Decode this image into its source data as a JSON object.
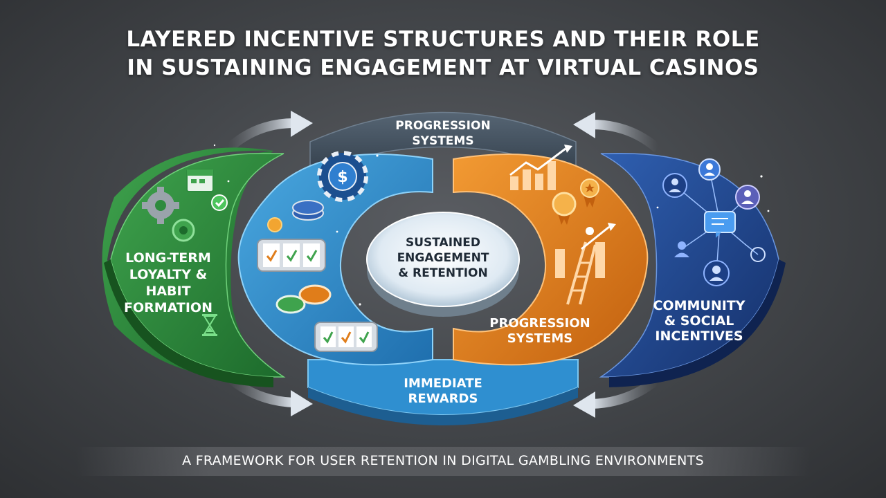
{
  "title_line1": "LAYERED INCENTIVE STRUCTURES AND THEIR ROLE",
  "title_line2": "IN SUSTAINING ENGAGEMENT AT VIRTUAL CASINOS",
  "layers": {
    "loyalty": {
      "label_lines": [
        "LONG-TERM",
        "LOYALTY &",
        "HABIT",
        "FORMATION"
      ],
      "color": "#2e8b3e"
    },
    "immediate": {
      "label_lines": [
        "IMMEDIATE",
        "REWARDS"
      ],
      "color": "#2f8fd0"
    },
    "progression_top": {
      "label_lines": [
        "PROGRESSION",
        "SYSTEMS"
      ],
      "color": "#3f4f5f"
    },
    "progression": {
      "label_lines": [
        "PROGRESSION",
        "SYSTEMS"
      ],
      "color": "#e07d1a"
    },
    "community": {
      "label_lines": [
        "COMMUNITY",
        "& SOCIAL",
        "INCENTIVES"
      ],
      "color": "#22488f"
    }
  },
  "center": {
    "label_lines": [
      "SUSTAINED",
      "ENGAGEMENT",
      "& RETENTION"
    ]
  },
  "chip_symbol": "$",
  "footer": "A FRAMEWORK FOR USER RETENTION IN DIGITAL GAMBLING ENVIRONMENTS"
}
